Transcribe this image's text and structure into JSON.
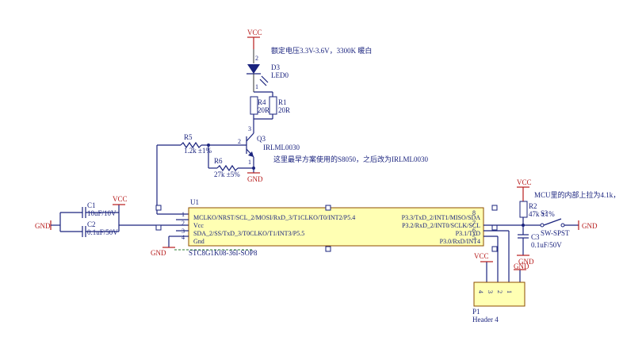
{
  "nets": {
    "vcc": "VCC",
    "gnd": "GND"
  },
  "notes": {
    "led_note": "额定电压3.3V-3.6V，3300K 暖白",
    "transistor_note": "这里最早方案使用的S8050，之后改为IRLML0030",
    "pullup_note": "MCU里的内部上拉为4.1k，"
  },
  "led": {
    "ref": "D3",
    "value": "LED0",
    "pin_top": "2",
    "pin_bot": "1"
  },
  "r4": {
    "ref": "R4",
    "value": "20R"
  },
  "r1": {
    "ref": "R1",
    "value": "20R"
  },
  "r5": {
    "ref": "R5",
    "value": "1.2k ±1%"
  },
  "r6": {
    "ref": "R6",
    "value": "27k ±5%"
  },
  "q3": {
    "ref": "Q3",
    "value": "IRLML0030",
    "pin_d": "3",
    "pin_g": "2",
    "pin_s": "1"
  },
  "c1": {
    "ref": "C1",
    "value": "10uF/10V"
  },
  "c2": {
    "ref": "C2",
    "value": "0.1uF/50V"
  },
  "c3": {
    "ref": "C3",
    "value": "0.1uF/50V"
  },
  "r2": {
    "ref": "R2",
    "value": "47k ±1%"
  },
  "switch": {
    "ref": "S?",
    "value": "SW-SPST"
  },
  "u1": {
    "ref": "U1",
    "part": "STC8G1K08-36I-SOP8",
    "left_pins": [
      {
        "num": "1",
        "name": "MCLKO/NRST/SCL_2/MOSI/RxD_3/T1CLKO/T0/INT2/P5.4"
      },
      {
        "num": "2",
        "name": "Vcc"
      },
      {
        "num": "3",
        "name": "SDA_2/SS/TxD_3/T0CLKO/T1/INT3/P5.5"
      },
      {
        "num": "4",
        "name": "Gnd"
      }
    ],
    "right_pins": [
      {
        "num": "8",
        "name": "P3.3/TxD_2/INT1/MISO/SDA"
      },
      {
        "num": "7",
        "name": "P3.2/RxD_2/INT0/SCLK/SCL"
      },
      {
        "num": "6",
        "name": "P3.1/TxD"
      },
      {
        "num": "5",
        "name": "P3.0/RxD/INT4"
      }
    ]
  },
  "p1": {
    "ref": "P1",
    "value": "Header 4",
    "pins": [
      "4",
      "3",
      "2",
      "1"
    ]
  }
}
